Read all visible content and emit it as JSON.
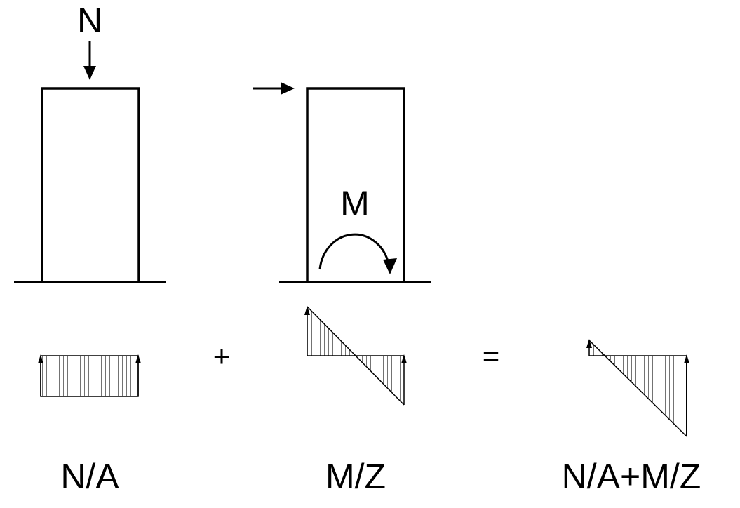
{
  "labels": {
    "axial_force": "N",
    "moment": "M",
    "plus": "+",
    "equals": "=",
    "stress_axial": "N/A",
    "stress_bending": "M/Z",
    "stress_combined": "N/A+M/Z"
  },
  "colors": {
    "ink": "#000000",
    "background": "#ffffff"
  }
}
